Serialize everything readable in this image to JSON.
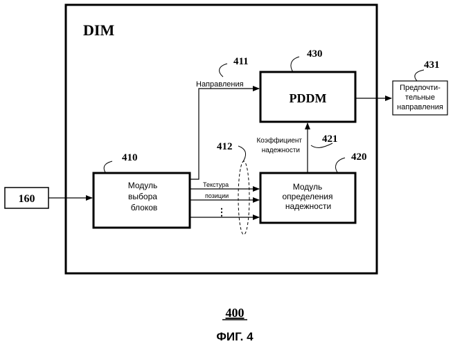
{
  "figure": {
    "number_label": "400",
    "caption": "ФИГ. 4"
  },
  "outer_block": {
    "label": "DIM"
  },
  "input_block": {
    "ref": "160"
  },
  "block_selection_module": {
    "ref": "410",
    "lines": [
      "Модуль",
      "выбора",
      "блоков"
    ]
  },
  "pddm_block": {
    "ref": "430",
    "label": "PDDM"
  },
  "reliability_module": {
    "ref": "420",
    "lines": [
      "Модуль",
      "определения",
      "надежности"
    ]
  },
  "output_block": {
    "ref": "431",
    "lines": [
      "Предпочти-",
      "тельные",
      "направления"
    ]
  },
  "connections": {
    "directions": {
      "ref": "411",
      "label": "Направления"
    },
    "features": {
      "ref": "412",
      "labels": [
        "Текстура",
        "позиции"
      ],
      "ellipsis": "⋮"
    },
    "reliability_coefficient": {
      "ref": "421",
      "lines": [
        "Коэффициент",
        "надежности"
      ]
    }
  }
}
